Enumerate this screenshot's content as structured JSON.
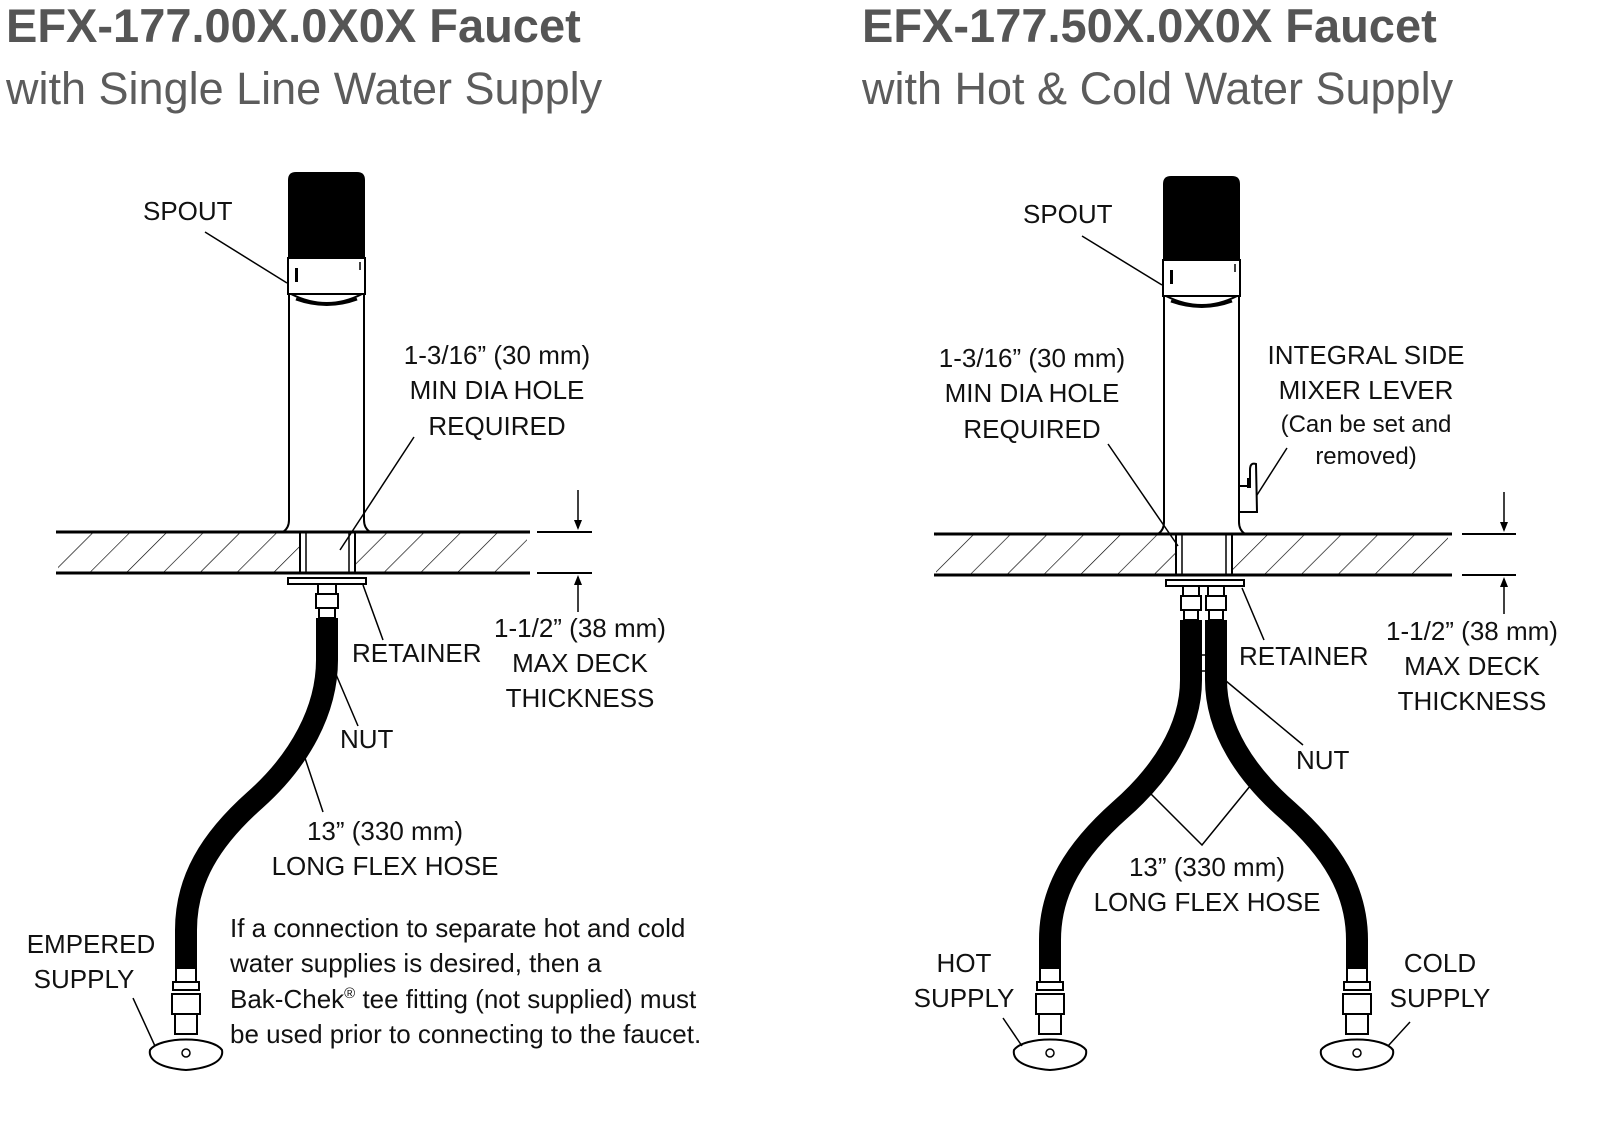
{
  "left": {
    "title": "EFX-177.00X.0X0X Faucet",
    "subtitle": "with Single Line Water Supply",
    "spout": "SPOUT",
    "hole": [
      "1-3/16” (30 mm)",
      "MIN DIA HOLE",
      "REQUIRED"
    ],
    "retainer": "RETAINER",
    "deck": [
      "1-1/2” (38 mm)",
      "MAX DECK",
      "THICKNESS"
    ],
    "nut": "NUT",
    "hose": [
      "13” (330 mm)",
      "LONG FLEX HOSE"
    ],
    "supply": [
      "EMPERED",
      "SUPPLY"
    ],
    "note": [
      "If a connection to separate hot and cold",
      "water supplies is desired, then a",
      "Bak-Chek",
      "®",
      " tee fitting (not supplied) must",
      "be used prior to connecting to the faucet."
    ]
  },
  "right": {
    "title": "EFX-177.50X.0X0X Faucet",
    "subtitle": "with Hot & Cold Water Supply",
    "spout": "SPOUT",
    "hole": [
      "1-3/16” (30 mm)",
      "MIN DIA HOLE",
      "REQUIRED"
    ],
    "mixer": [
      "INTEGRAL SIDE",
      "MIXER LEVER",
      "(Can be set and",
      "removed)"
    ],
    "retainer": "RETAINER",
    "deck": [
      "1-1/2” (38 mm)",
      "MAX DECK",
      "THICKNESS"
    ],
    "nut": "NUT",
    "hose": [
      "13” (330 mm)",
      "LONG FLEX HOSE"
    ],
    "hot": [
      "HOT",
      "SUPPLY"
    ],
    "cold": [
      "COLD",
      "SUPPLY"
    ]
  }
}
